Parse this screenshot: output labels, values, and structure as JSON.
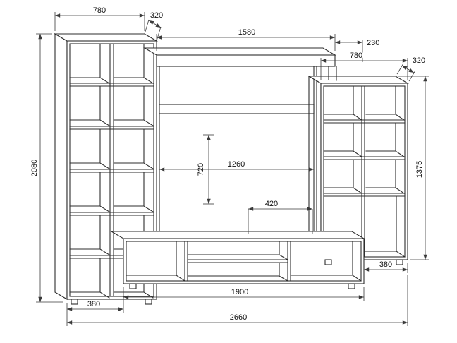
{
  "dims": {
    "left_cabinet_width": "780",
    "left_cabinet_depth": "320",
    "top_shelf_length": "1580",
    "top_shelf_offset": "230",
    "right_cabinet_width": "780",
    "right_cabinet_depth": "320",
    "left_cabinet_height": "2080",
    "tv_niche_height": "720",
    "tv_niche_width": "1260",
    "right_cabinet_height": "1375",
    "stand_compartment_width": "420",
    "right_base_offset": "380",
    "tv_stand_width": "1900",
    "left_base_offset": "380",
    "overall_width": "2660"
  },
  "style": {
    "background": "#ffffff",
    "furniture_line_color": "#2e2e2e",
    "dimension_line_color": "#3a3a3a"
  }
}
